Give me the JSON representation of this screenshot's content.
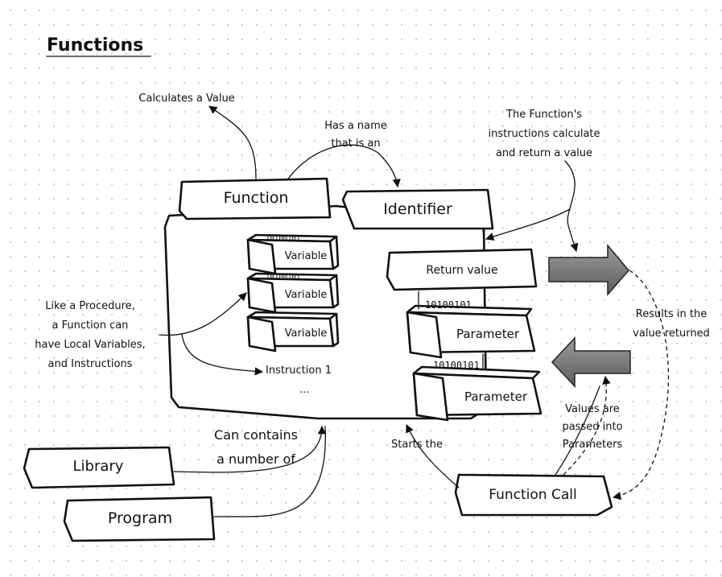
{
  "title": "Functions",
  "nodes": {
    "function": "Function",
    "identifier": "Identifier",
    "return_value": "Return value",
    "variables": [
      "Variable",
      "Variable",
      "Variable"
    ],
    "parameters": [
      "Parameter",
      "Parameter"
    ],
    "binary_text": "10100101",
    "instruction": "Instruction 1",
    "ellipsis": "...",
    "library": "Library",
    "program": "Program",
    "function_call": "Function Call"
  },
  "annotations": {
    "calculates": "Calculates a Value",
    "has_name": [
      "Has a name",
      "that is an"
    ],
    "instructions_calc": [
      "The Function's",
      "instructions calculate",
      "and return a value"
    ],
    "like_procedure": [
      "Like a Procedure,",
      "a Function can",
      "have Local Variables,",
      "and Instructions"
    ],
    "results_in": [
      "Results in the",
      "value returned"
    ],
    "values_passed": [
      "Values are",
      "passed into",
      "Parameters"
    ],
    "can_contain": [
      "Can contains",
      "a number of"
    ],
    "starts_the": "Starts the"
  },
  "colors": {
    "ink": "#111111",
    "arrow_fill": "#6f6f6f",
    "grid_dot": "#c9c9c9"
  }
}
